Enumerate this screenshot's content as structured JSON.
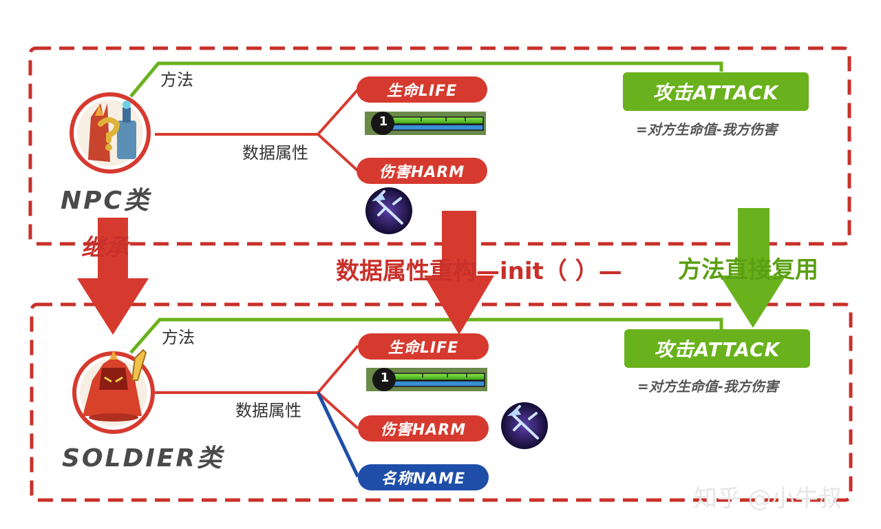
{
  "npc": {
    "method_label": "方法",
    "data_label": "数据属性",
    "class_name": "NPC类",
    "life_label": "生命LIFE",
    "harm_label": "伤害HARM",
    "level": "1",
    "attack_label": "攻击ATTACK",
    "attack_formula": "=对方生命值-我方伤害"
  },
  "soldier": {
    "method_label": "方法",
    "data_label": "数据属性",
    "class_name": "SOLDIER类",
    "life_label": "生命LIFE",
    "harm_label": "伤害HARM",
    "name_label": "名称NAME",
    "level": "1",
    "attack_label": "攻击ATTACK",
    "attack_formula": "=对方生命值-我方伤害"
  },
  "arrows": {
    "inherit": "继承",
    "refactor": "数据属性重构—init（ ）—",
    "reuse": "方法直接复用"
  },
  "watermark": "知乎 @小牛叔",
  "colors": {
    "red": "#d63a2f",
    "green": "#6ab21d",
    "blue": "#1e4ea8",
    "dash": "#c8302a"
  },
  "icons": {
    "npc_avatar": "npc-avatar-icon",
    "soldier_avatar": "soldier-avatar-icon",
    "weapon": "trident-weapon-icon"
  }
}
